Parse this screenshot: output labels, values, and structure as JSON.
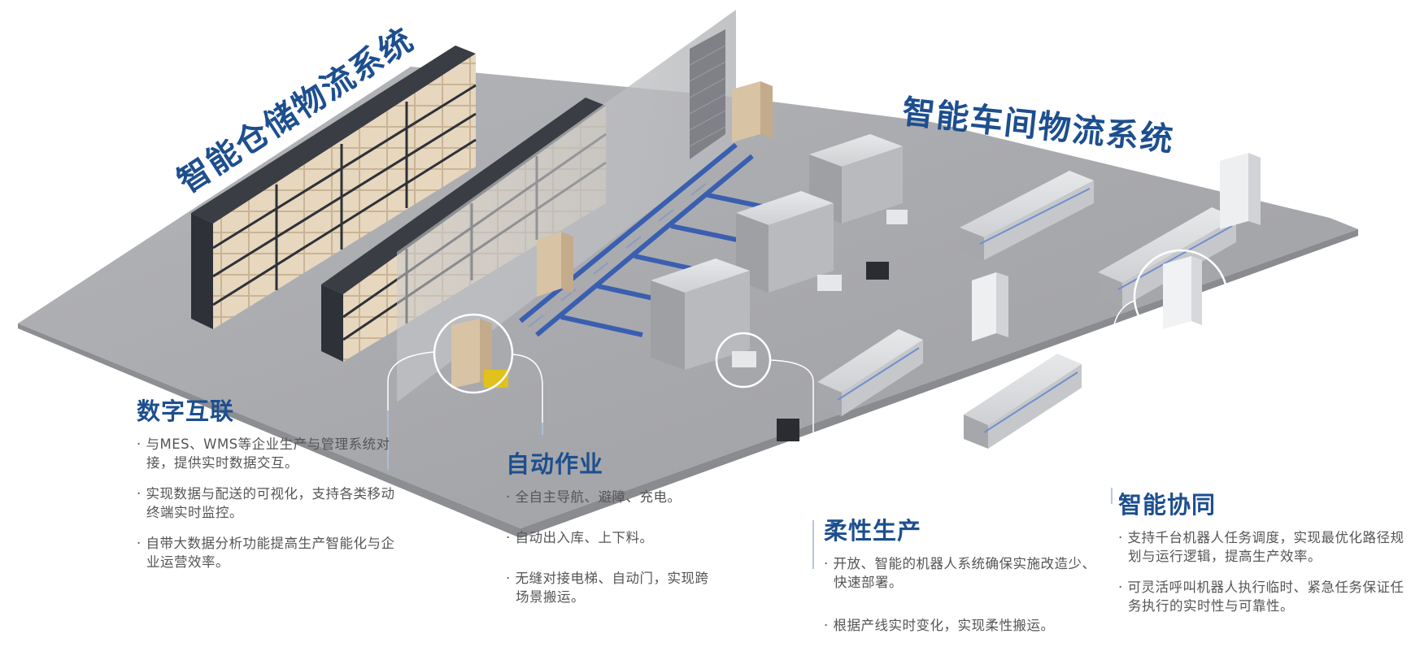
{
  "zones": {
    "warehouse_title": "智能仓储物流系统",
    "workshop_title": "智能车间物流系统"
  },
  "features": {
    "digital": {
      "title": "数字互联",
      "items": [
        "与MES、WMS等企业生产与管理系统对接，提供实时数据交互。",
        "实现数据与配送的可视化，支持各类移动终端实时监控。",
        "自带大数据分析功能提高生产智能化与企业运营效率。"
      ]
    },
    "auto": {
      "title": "自动作业",
      "items": [
        "全自主导航、避障、充电。",
        "自动出入库、上下料。",
        "无缝对接电梯、自动门，实现跨场景搬运。"
      ]
    },
    "flexible": {
      "title": "柔性生产",
      "items": [
        "开放、智能的机器人系统确保实施改造少、快速部署。",
        "根据产线实时变化，实现柔性搬运。"
      ]
    },
    "collab": {
      "title": "智能协同",
      "items": [
        "支持千台机器人任务调度，实现最优化路径规划与运行逻辑，提高生产效率。",
        "可灵活呼叫机器人执行临时、紧急任务保证任务执行的实时性与可靠性。"
      ]
    }
  },
  "colors": {
    "title_blue": "#1d4f8f",
    "floor_gray": "#a8a9ad",
    "conveyor_blue": "#3a5fb0",
    "text_gray": "#555555"
  }
}
